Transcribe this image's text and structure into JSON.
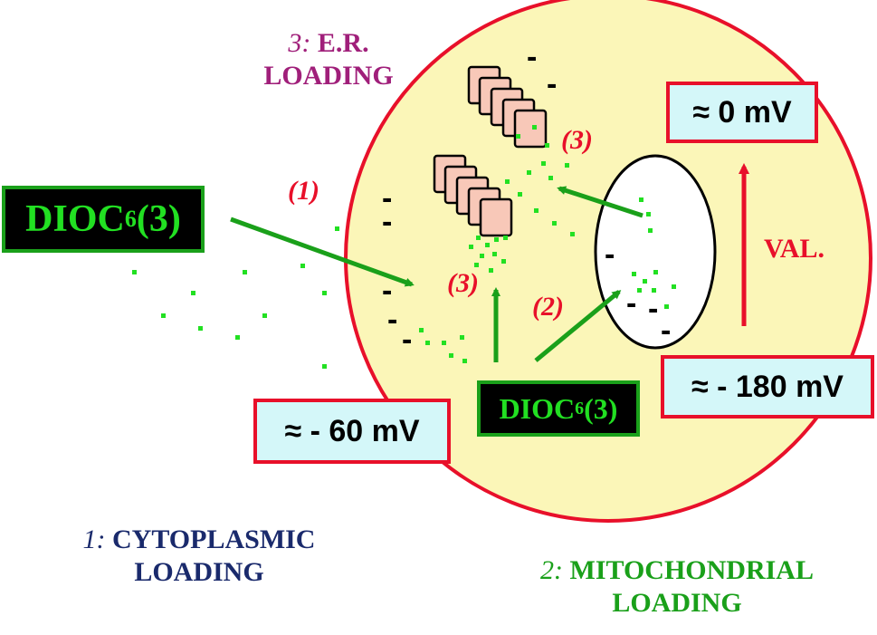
{
  "captions": {
    "er": {
      "num": "3:",
      "line1": "E.R.",
      "line2": "LOADING"
    },
    "cyto": {
      "num": "1:",
      "line1": "CYTOPLASMIC",
      "line2": "LOADING"
    },
    "mito": {
      "num": "2:",
      "line1": "MITOCHONDRIAL",
      "line2": "LOADING"
    }
  },
  "dye": {
    "name": "DIOC",
    "sub": "6",
    "suffix": "(3)"
  },
  "potentials": {
    "er": "≈ 0 mV",
    "cytoplasm": "≈ - 60 mV",
    "mitochondria": "≈ - 180 mV"
  },
  "steps": {
    "one": "(1)",
    "two": "(2)",
    "three": "(3)"
  },
  "valinomycin": "VAL.",
  "minus_sign": "-",
  "colors": {
    "cell": "#fbf6b8",
    "cell_border": "#e8102a",
    "dye_green": "#22e022",
    "arrow_green": "#1aa01a",
    "er_fill": "#f8c8b8",
    "box_fill": "#d4f7f9",
    "er_caption": "#a01f7a",
    "cyto_caption": "#1a2a6c",
    "mito_caption": "#1aa01a"
  }
}
